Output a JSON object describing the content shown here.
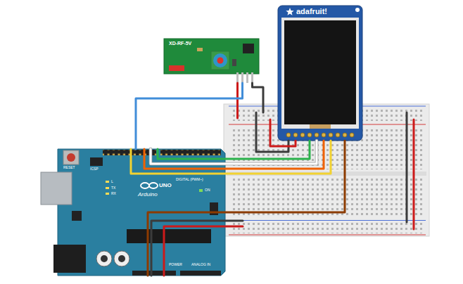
{
  "diagram": {
    "nodes": [
      {
        "text": [
          "XD-RF-5V"
        ]
      },
      {
        "text": [
          "adafruit!"
        ]
      },
      {
        "text": [
          "RESET",
          "ICSP",
          "DIGITAL (PWM~)",
          "L",
          "TX",
          "RX",
          "UNO",
          "Arduino",
          "ON",
          "POWER",
          "ANALOG IN"
        ]
      }
    ],
    "edges": [
      {
        "from": 0,
        "to": 2,
        "arrow": "none"
      },
      {
        "from": 1,
        "to": 2,
        "arrow": "none"
      },
      {
        "from": 1,
        "to": 2,
        "arrow": "none"
      },
      {
        "from": 1,
        "to": 2,
        "arrow": "none"
      },
      {
        "from": 1,
        "to": 2,
        "arrow": "none"
      },
      {
        "from": 1,
        "to": 2,
        "arrow": "none"
      }
    ]
  }
}
